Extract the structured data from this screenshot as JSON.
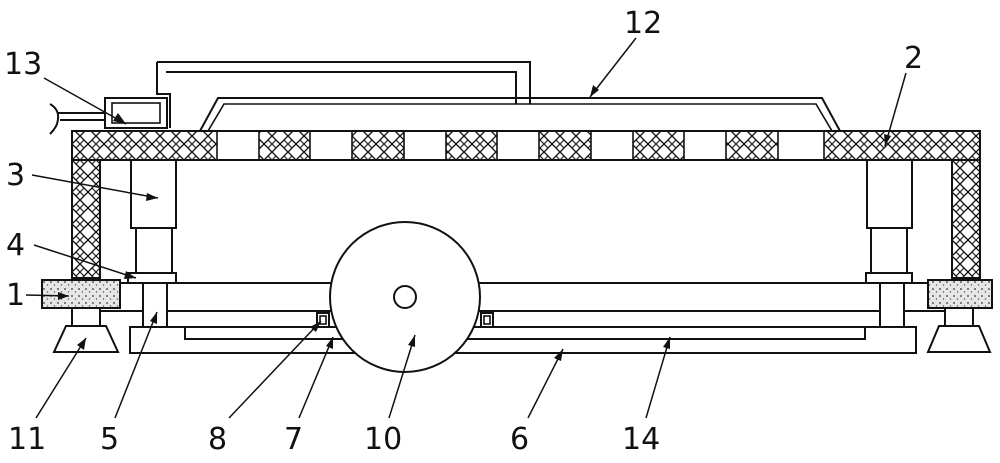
{
  "diagram": {
    "labels": {
      "l1": "1",
      "l2": "2",
      "l3": "3",
      "l4": "4",
      "l5": "5",
      "l6": "6",
      "l7": "7",
      "l8": "8",
      "l10": "10",
      "l11": "11",
      "l12": "12",
      "l13": "13",
      "l14": "14"
    }
  }
}
